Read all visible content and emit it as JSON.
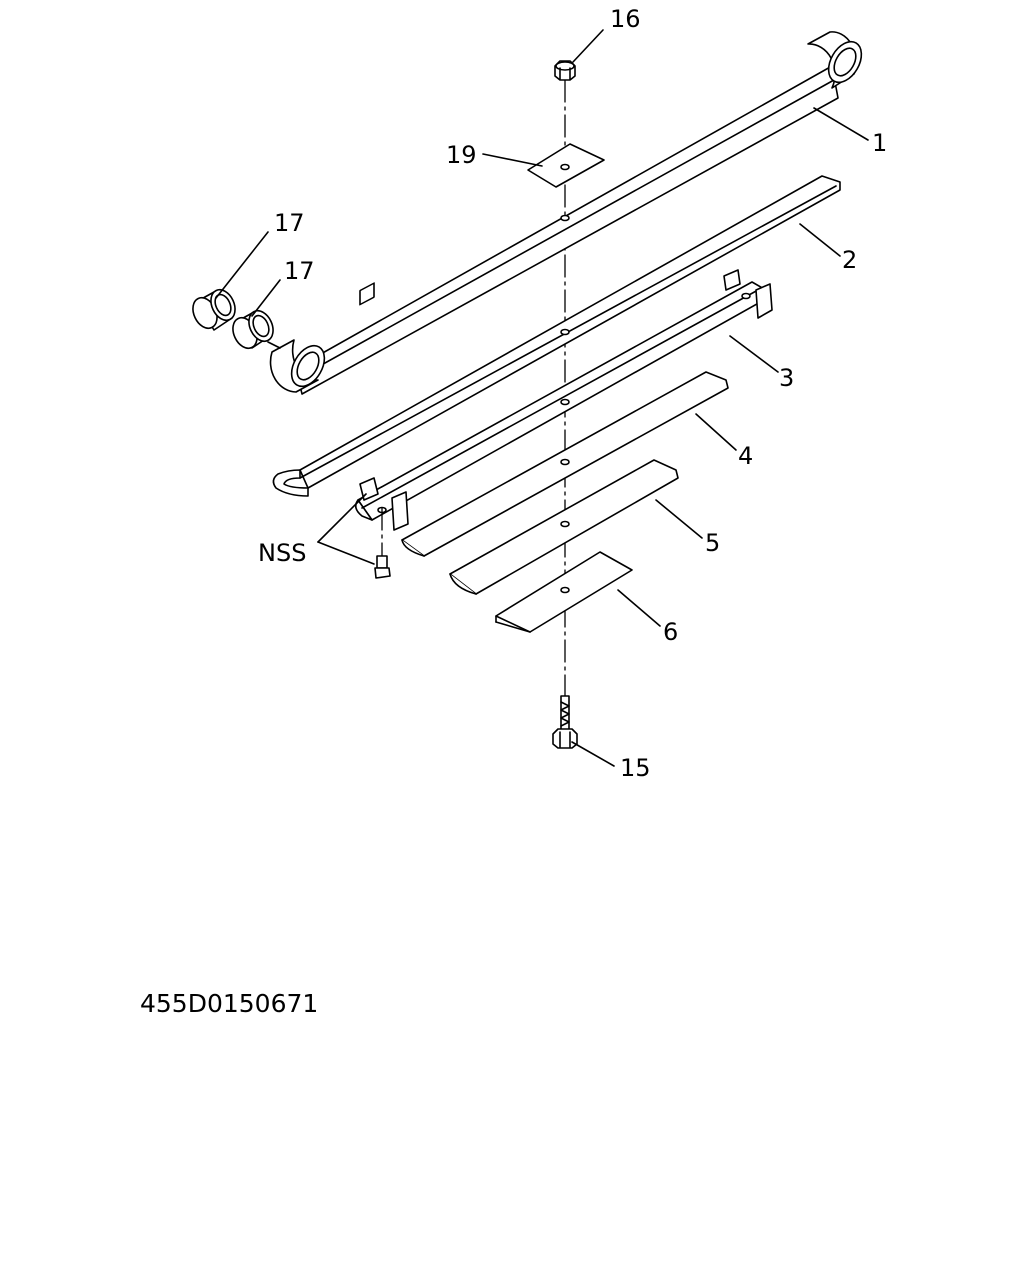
{
  "callouts": {
    "c1": "1",
    "c2": "2",
    "c3": "3",
    "c4": "4",
    "c5": "5",
    "c6": "6",
    "c15": "15",
    "c16": "16",
    "c17a": "17",
    "c17b": "17",
    "c19": "19",
    "nss": "NSS"
  },
  "drawing_number": "455D0150671"
}
